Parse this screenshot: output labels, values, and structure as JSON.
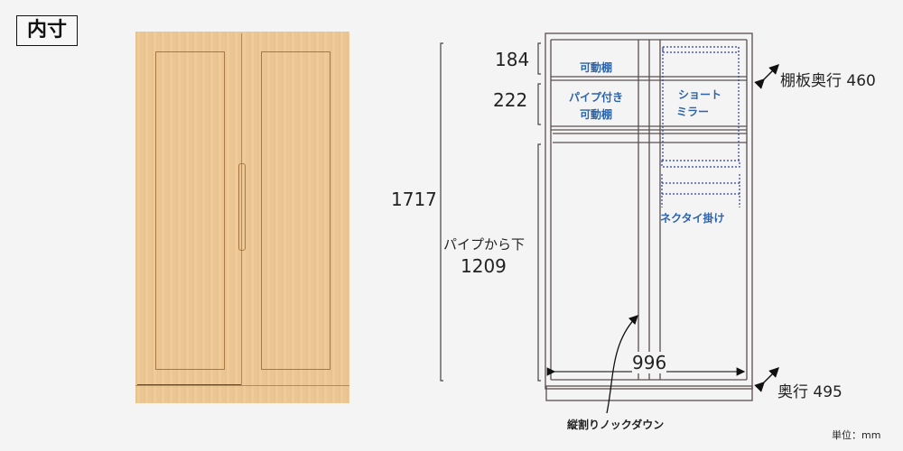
{
  "header": {
    "title": "内寸"
  },
  "photo": {
    "description": "wardrobe front view, two oak doors",
    "wood_color": "#edc896"
  },
  "dimensions": {
    "total_height": "1717",
    "upper_shelf": "184",
    "pipe_shelf": "222",
    "below_pipe_label": "パイプから下",
    "below_pipe_value": "1209",
    "inner_width": "996",
    "shelf_depth": "棚板奥行 460",
    "depth": "奥行 495"
  },
  "labels": {
    "movable_shelf": "可動棚",
    "pipe_shelf_line1": "パイプ付き",
    "pipe_shelf_line2": "可動棚",
    "short_mirror_line1": "ショート",
    "short_mirror_line2": "ミラー",
    "tie_hanger": "ネクタイ掛け",
    "knockdown": "縦割りノックダウン",
    "unit": "単位：mm"
  },
  "colors": {
    "label_blue": "#2d63a8",
    "line": "#5a4f4f",
    "dotted": "#2b3fa0"
  }
}
